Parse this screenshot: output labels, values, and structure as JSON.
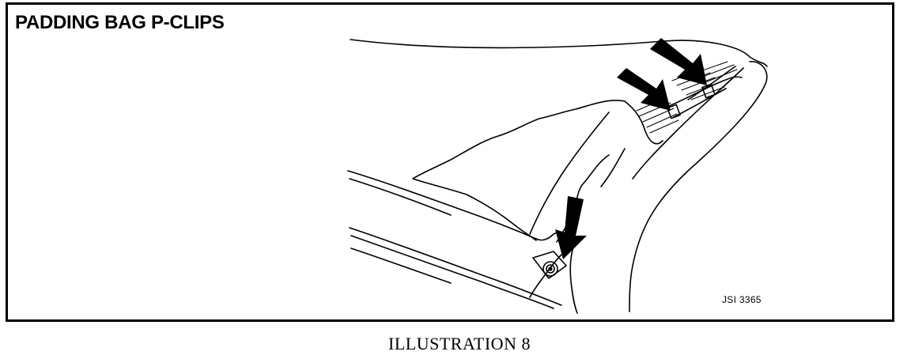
{
  "figure": {
    "title": "PADDING BAG P-CLIPS",
    "reference_code": "JSI 3365",
    "caption": "ILLUSTRATION 8",
    "arrows_count": 3
  },
  "colors": {
    "ink": "#000000",
    "paper": "#ffffff"
  },
  "icons": {
    "arrow": "pointer-arrow-icon",
    "clip": "p-clip-icon"
  }
}
